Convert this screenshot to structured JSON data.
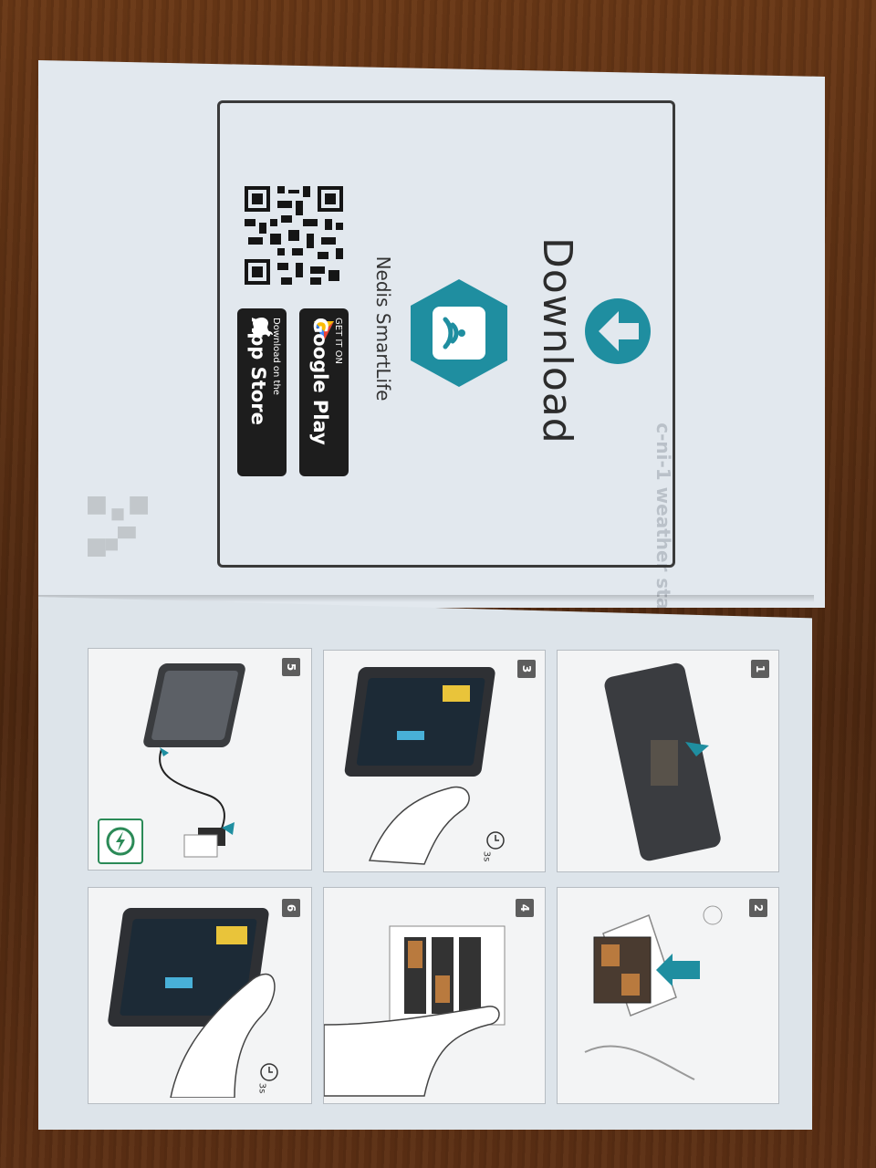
{
  "page": {
    "heading": "Download",
    "app_name": "Nedis SmartLife",
    "google_play": {
      "small": "GET IT ON",
      "big": "Google Play"
    },
    "app_store": {
      "small": "Download on the",
      "big": "App Store"
    },
    "timers": [
      "3s",
      "3s"
    ]
  },
  "steps": [
    {
      "number": "1"
    },
    {
      "number": "2"
    },
    {
      "number": "3"
    },
    {
      "number": "4"
    },
    {
      "number": "5"
    },
    {
      "number": "6"
    }
  ],
  "colors": {
    "accent": "#1f8ea0",
    "paper": "#e2e8ee",
    "ink": "#2c2c2c",
    "badge": "#1d1d1d",
    "power_icon_border": "#2b8a57"
  },
  "icons": [
    "download-arrow-icon",
    "smartlife-logo-icon",
    "wifi-icon",
    "qr-code",
    "apple-icon",
    "google-play-icon",
    "timer-icon",
    "power-icon"
  ]
}
